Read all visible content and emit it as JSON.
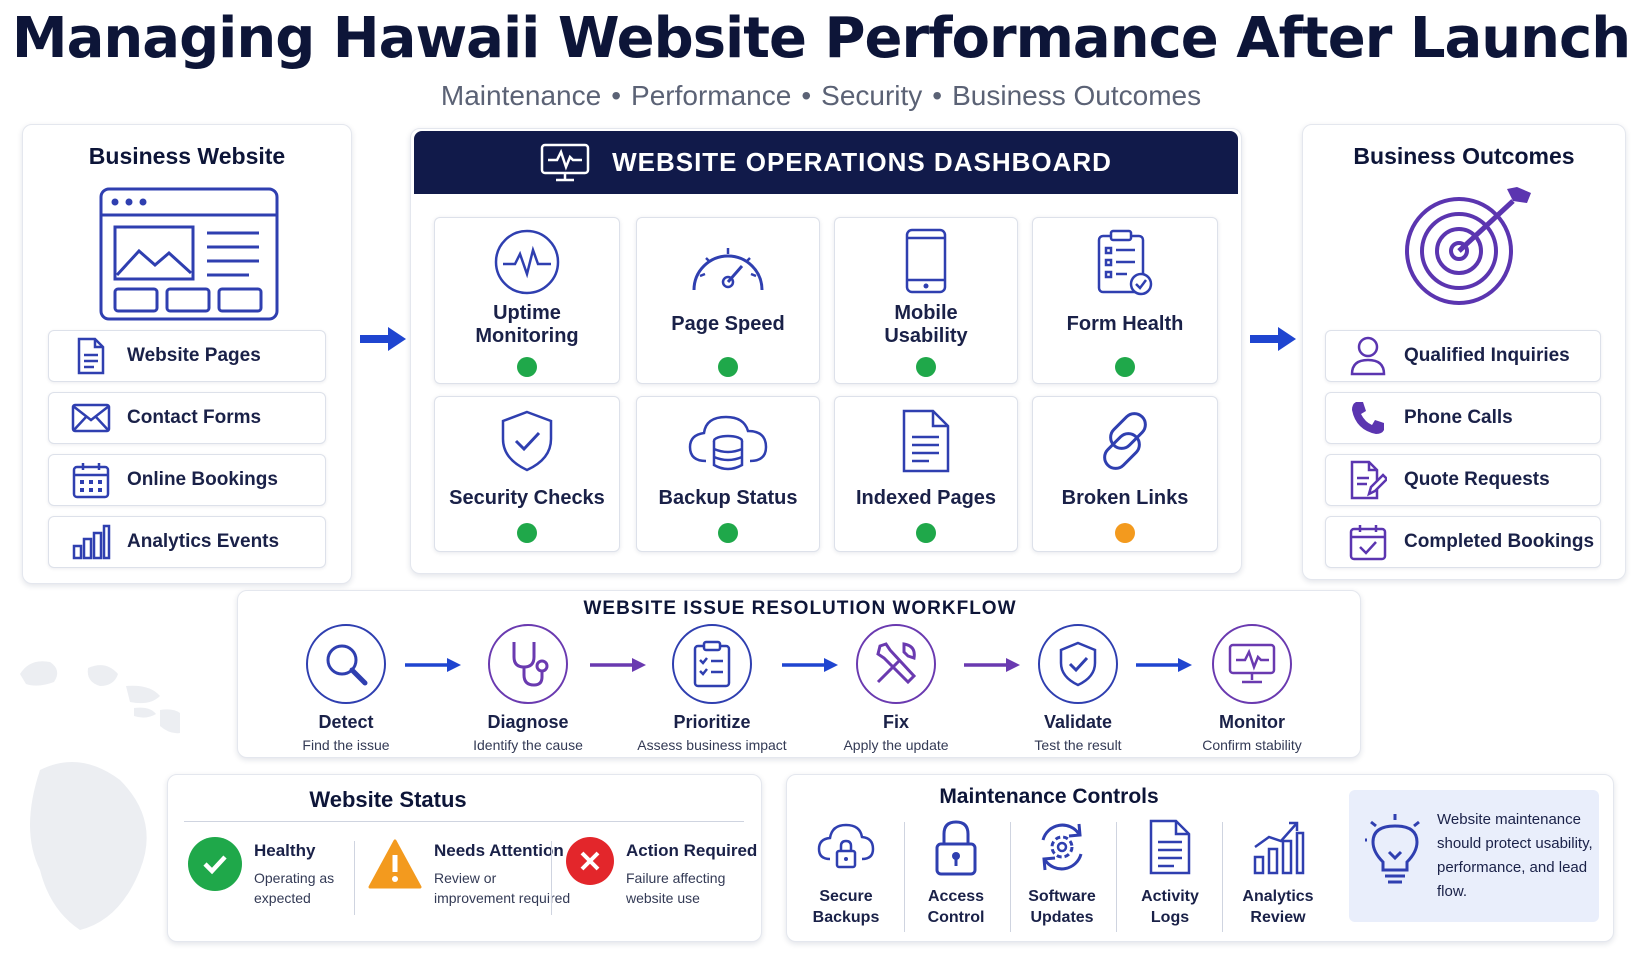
{
  "title": "Managing Hawaii Website Performance After Launch",
  "subtitle": [
    "Maintenance",
    "Performance",
    "Security",
    "Business Outcomes"
  ],
  "business_website": {
    "title": "Business Website",
    "items": [
      {
        "label": "Website Pages",
        "icon": "document-icon"
      },
      {
        "label": "Contact Forms",
        "icon": "envelope-icon"
      },
      {
        "label": "Online Bookings",
        "icon": "calendar-icon"
      },
      {
        "label": "Analytics Events",
        "icon": "bar-chart-icon"
      }
    ]
  },
  "dashboard": {
    "title": "WEBSITE OPERATIONS DASHBOARD",
    "tiles": [
      {
        "label_lines": [
          "Uptime",
          "Monitoring"
        ],
        "status": "green",
        "icon": "heartbeat-icon"
      },
      {
        "label_lines": [
          "Page Speed"
        ],
        "status": "green",
        "icon": "speedometer-icon"
      },
      {
        "label_lines": [
          "Mobile",
          "Usability"
        ],
        "status": "green",
        "icon": "smartphone-icon"
      },
      {
        "label_lines": [
          "Form Health"
        ],
        "status": "green",
        "icon": "clipboard-check-icon"
      },
      {
        "label_lines": [
          "Security Checks"
        ],
        "status": "green",
        "icon": "shield-check-icon"
      },
      {
        "label_lines": [
          "Backup Status"
        ],
        "status": "green",
        "icon": "cloud-database-icon"
      },
      {
        "label_lines": [
          "Indexed Pages"
        ],
        "status": "green",
        "icon": "page-icon"
      },
      {
        "label_lines": [
          "Broken Links"
        ],
        "status": "orange",
        "icon": "broken-link-icon"
      }
    ]
  },
  "business_outcomes": {
    "title": "Business Outcomes",
    "items": [
      {
        "label": "Qualified Inquiries",
        "icon": "user-icon"
      },
      {
        "label": "Phone Calls",
        "icon": "phone-icon"
      },
      {
        "label": "Quote Requests",
        "icon": "edit-document-icon"
      },
      {
        "label": "Completed Bookings",
        "icon": "calendar-check-icon"
      }
    ]
  },
  "workflow": {
    "title": "WEBSITE ISSUE RESOLUTION WORKFLOW",
    "steps": [
      {
        "name": "Detect",
        "desc": "Find the issue",
        "icon": "magnifier-icon"
      },
      {
        "name": "Diagnose",
        "desc": "Identify the cause",
        "icon": "stethoscope-icon"
      },
      {
        "name": "Prioritize",
        "desc": "Assess business impact",
        "icon": "checklist-icon"
      },
      {
        "name": "Fix",
        "desc": "Apply the update",
        "icon": "tools-icon"
      },
      {
        "name": "Validate",
        "desc": "Test the result",
        "icon": "shield-check-icon"
      },
      {
        "name": "Monitor",
        "desc": "Confirm stability",
        "icon": "monitor-heartbeat-icon"
      }
    ]
  },
  "website_status": {
    "title": "Website Status",
    "items": [
      {
        "heading": "Healthy",
        "desc_lines": [
          "Operating as",
          "expected"
        ],
        "icon": "check-circle-icon"
      },
      {
        "heading": "Needs Attention",
        "desc_lines": [
          "Review or",
          "improvement required"
        ],
        "icon": "warning-triangle-icon"
      },
      {
        "heading": "Action Required",
        "desc_lines": [
          "Failure affecting",
          "website use"
        ],
        "icon": "x-circle-icon"
      }
    ]
  },
  "maintenance_controls": {
    "title": "Maintenance Controls",
    "items": [
      {
        "label_lines": [
          "Secure",
          "Backups"
        ],
        "icon": "cloud-lock-icon"
      },
      {
        "label_lines": [
          "Access",
          "Control"
        ],
        "icon": "padlock-icon"
      },
      {
        "label_lines": [
          "Software",
          "Updates"
        ],
        "icon": "gear-refresh-icon"
      },
      {
        "label_lines": [
          "Activity",
          "Logs"
        ],
        "icon": "log-document-icon"
      },
      {
        "label_lines": [
          "Analytics",
          "Review"
        ],
        "icon": "growth-chart-icon"
      }
    ],
    "tip": "Website maintenance should protect usability, performance, and lead flow.",
    "tip_icon": "lightbulb-icon"
  },
  "colors": {
    "navy": "#111a4a",
    "blue": "#2f3fb0",
    "purple": "#6a3ab0",
    "green": "#1fa84a",
    "orange": "#f39a1e",
    "red": "#e3262b",
    "arrow_blue": "#1f45d0"
  }
}
